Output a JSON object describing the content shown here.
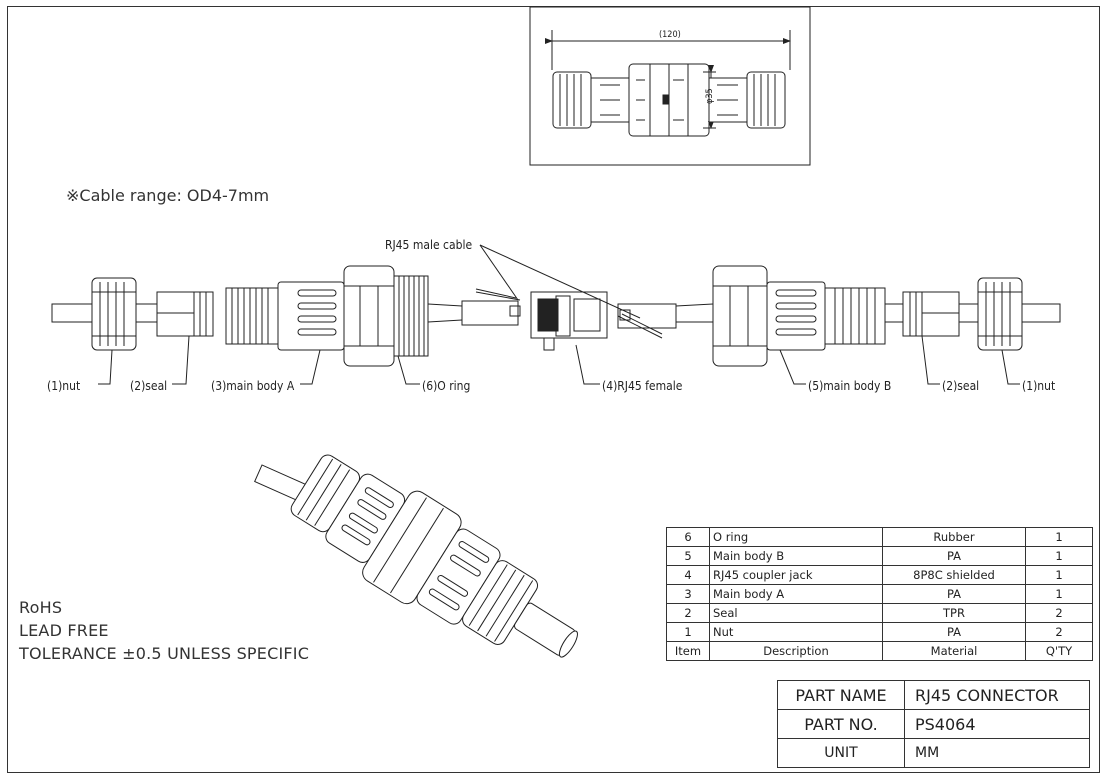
{
  "top_view": {
    "length_dim": "(120)",
    "diameter_dim": "φ35"
  },
  "cable_range": "※Cable range: OD4-7mm",
  "callouts": {
    "rj45_male_cable": "RJ45 male cable",
    "nut_left": "(1)nut",
    "seal_left": "(2)seal",
    "main_body_a": "(3)main body A",
    "o_ring": "(6)O ring",
    "rj45_female": "(4)RJ45 female",
    "main_body_b": "(5)main body B",
    "seal_right": "(2)seal",
    "nut_right": "(1)nut"
  },
  "notes": [
    "RoHS",
    "LEAD FREE",
    "TOLERANCE ±0.5 UNLESS SPECIFIC"
  ],
  "bom": {
    "rows": [
      {
        "item": "6",
        "description": "O ring",
        "material": "Rubber",
        "qty": "1"
      },
      {
        "item": "5",
        "description": "Main body B",
        "material": "PA",
        "qty": "1"
      },
      {
        "item": "4",
        "description": "RJ45 coupler jack",
        "material": "8P8C shielded",
        "qty": "1"
      },
      {
        "item": "3",
        "description": "Main body A",
        "material": "PA",
        "qty": "1"
      },
      {
        "item": "2",
        "description": "Seal",
        "material": "TPR",
        "qty": "2"
      },
      {
        "item": "1",
        "description": "Nut",
        "material": "PA",
        "qty": "2"
      }
    ],
    "header": {
      "item": "Item",
      "description": "Description",
      "material": "Material",
      "qty": "Q'TY"
    }
  },
  "title_block": {
    "part_name_label": "PART NAME",
    "part_name_value": "RJ45 CONNECTOR",
    "part_no_label": "PART NO.",
    "part_no_value": "PS4064",
    "unit_label": "UNIT",
    "unit_value": "MM"
  }
}
